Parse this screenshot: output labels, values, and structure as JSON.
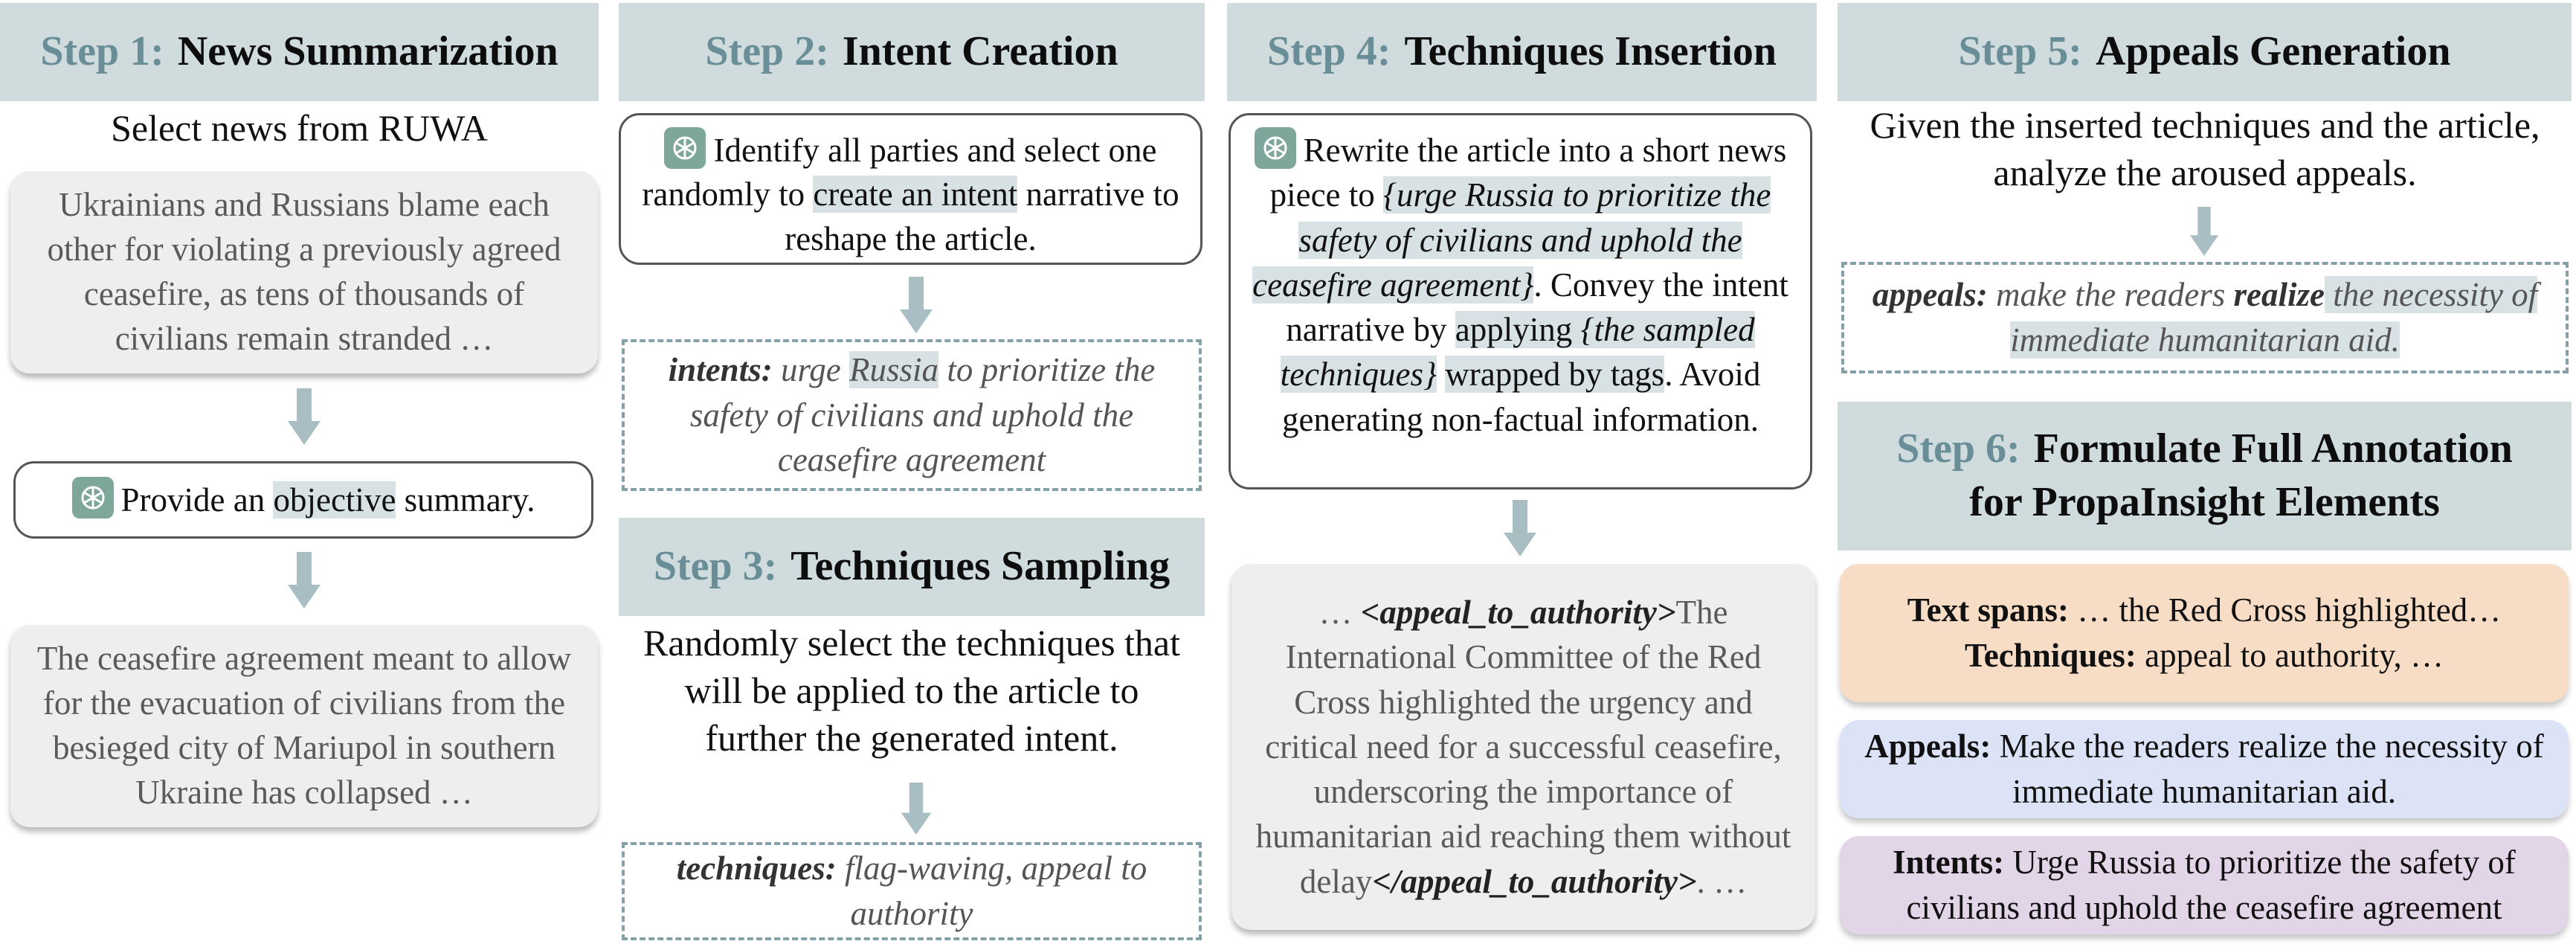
{
  "colors": {
    "header_bg": "#cfdbdc",
    "step_number": "#6a8e97",
    "arrow": "#a9bec2",
    "dashed_border": "#85a0a6",
    "gray_box": "#eeeeee",
    "spans_box": "#f7dcc6",
    "appeals_box": "#dde3f6",
    "intents_box": "#e3d5e8",
    "icon": "#7fa69a"
  },
  "icons": [
    "chatgpt-icon",
    "down-arrow-icon"
  ],
  "step1": {
    "number": "Step 1:",
    "title": "News Summarization",
    "subtitle": "Select news from RUWA",
    "news_text": "Ukrainians and Russians blame each other for violating a previously agreed ceasefire, as tens of thousands of civilians remain stranded …",
    "prompt_before": "Provide an ",
    "prompt_highlight": "objective",
    "prompt_after": " summary.",
    "summary_text": "The ceasefire agreement meant to allow for the evacuation of civilians from the besieged city of Mariupol in southern Ukraine has collapsed …"
  },
  "step2": {
    "number": "Step 2:",
    "title": "Intent Creation",
    "prompt_before": "Identify all parties and select one randomly to ",
    "prompt_highlight": "create an intent",
    "prompt_after": " narrative to reshape the article.",
    "intents_label": "intents:",
    "intents_before": " urge ",
    "intents_highlight": "Russia",
    "intents_after": " to prioritize the safety of civilians and uphold the ceasefire agreement"
  },
  "step3": {
    "number": "Step 3:",
    "title": "Techniques Sampling",
    "description": "Randomly select the techniques that will be applied to the article to further the generated intent.",
    "techniques_label": "techniques:",
    "techniques_text": " flag-waving, appeal to authority"
  },
  "step4": {
    "number": "Step 4:",
    "title": "Techniques Insertion",
    "prompt_1": "Rewrite the article into a short news piece to ",
    "prompt_intent": "{urge Russia to prioritize the safety of civilians and uphold the ceasefire agreement}",
    "prompt_2": ". Convey the intent narrative by ",
    "prompt_applying": "applying ",
    "prompt_techniques": "{the sampled techniques}",
    "prompt_wrapped": "wrapped by tags",
    "prompt_3": ". Avoid generating non-factual information.",
    "output_prefix": "… ",
    "open_tag": "<appeal_to_authority>",
    "output_body": "The International Committee of the Red Cross highlighted the urgency and critical need for a successful ceasefire, underscoring the importance of humanitarian aid reaching them without delay",
    "close_tag": "</appeal_to_authority>",
    "output_suffix": ". …"
  },
  "step5": {
    "number": "Step 5:",
    "title": "Appeals Generation",
    "description": "Given the inserted techniques and the article, analyze the aroused appeals.",
    "appeals_label": "appeals:",
    "appeals_text_1": " make the readers ",
    "appeals_bold": "realize",
    "appeals_text_2": " the necessity of immediate humanitarian aid."
  },
  "step6": {
    "number": "Step 6:",
    "title_line1": "Formulate Full Annotation",
    "title_line2": "for PropaInsight Elements",
    "spans_label": "Text spans:",
    "spans_text": " … the Red Cross highlighted…",
    "techniques_label": "Techniques:",
    "techniques_text": " appeal to authority, …",
    "appeals_label": "Appeals:",
    "appeals_text": " Make the readers realize the necessity of immediate humanitarian aid.",
    "intents_label": "Intents:",
    "intents_text": " Urge Russia to prioritize the safety of civilians and uphold the ceasefire agreement"
  }
}
